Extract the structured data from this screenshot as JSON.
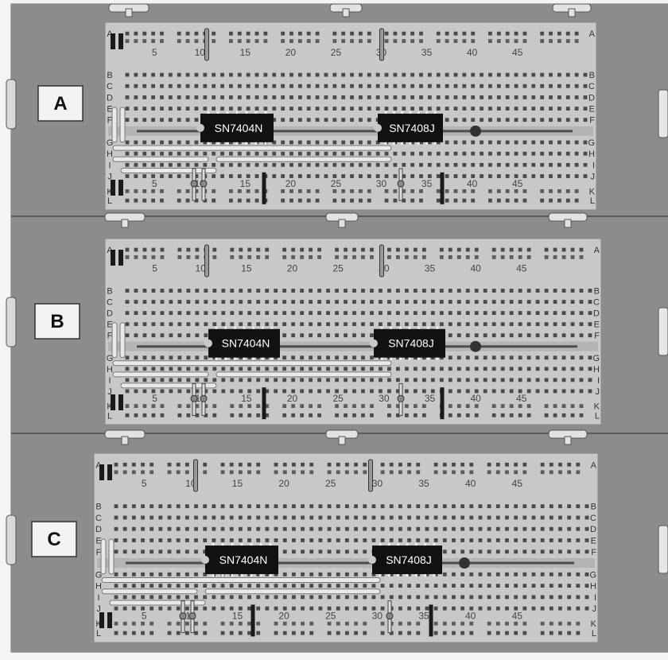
{
  "panels": [
    {
      "label": "A",
      "rows": [
        "A",
        "B",
        "C",
        "D",
        "E",
        "F",
        "G",
        "H",
        "I",
        "J",
        "K",
        "L"
      ],
      "columns": [
        "5",
        "10",
        "15",
        "20",
        "25",
        "30",
        "35",
        "40",
        "45"
      ],
      "chips": [
        "SN7404N",
        "SN7408J"
      ]
    },
    {
      "label": "B",
      "rows": [
        "A",
        "B",
        "C",
        "D",
        "E",
        "F",
        "G",
        "H",
        "I",
        "J",
        "K",
        "L"
      ],
      "columns": [
        "5",
        "10",
        "15",
        "20",
        "25",
        "30",
        "35",
        "40",
        "45"
      ],
      "chips": [
        "SN7404N",
        "SN7408J"
      ]
    },
    {
      "label": "C",
      "rows": [
        "A",
        "B",
        "C",
        "D",
        "E",
        "F",
        "G",
        "H",
        "I",
        "J",
        "K",
        "L"
      ],
      "columns": [
        "5",
        "10",
        "15",
        "20",
        "25",
        "30",
        "35",
        "40",
        "45"
      ],
      "chips": [
        "SN7404N",
        "SN7408J"
      ]
    }
  ],
  "colors": {
    "panel_bg": "#8c8c8c",
    "board": "#c8c8c8",
    "hole": "#4a4a4a",
    "chip": "#111111",
    "chip_text": "#ffffff",
    "wire": "#e9e9e9",
    "jumper_dark": "#1a1a1a"
  }
}
